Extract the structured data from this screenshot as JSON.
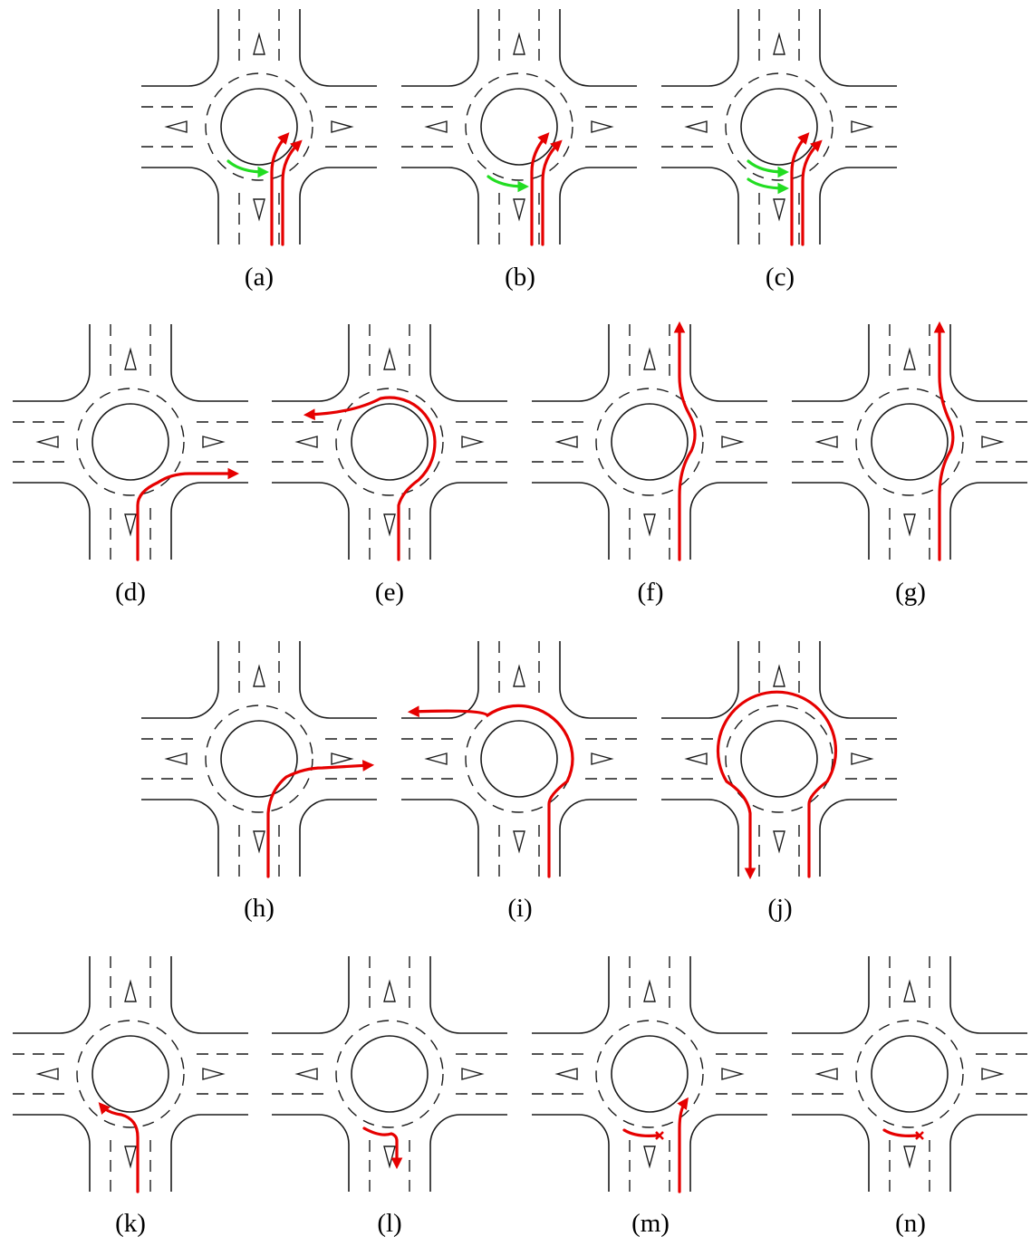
{
  "colors": {
    "road": "#1a1a1a",
    "path_red": "#e60000",
    "path_green": "#22dd22"
  },
  "panels": [
    {
      "label": "(a)"
    },
    {
      "label": "(b)"
    },
    {
      "label": "(c)"
    },
    {
      "label": "(d)"
    },
    {
      "label": "(e)"
    },
    {
      "label": "(f)"
    },
    {
      "label": "(g)"
    },
    {
      "label": "(h)"
    },
    {
      "label": "(i)"
    },
    {
      "label": "(j)"
    },
    {
      "label": "(k)"
    },
    {
      "label": "(l)"
    },
    {
      "label": "(m)"
    },
    {
      "label": "(n)"
    }
  ]
}
